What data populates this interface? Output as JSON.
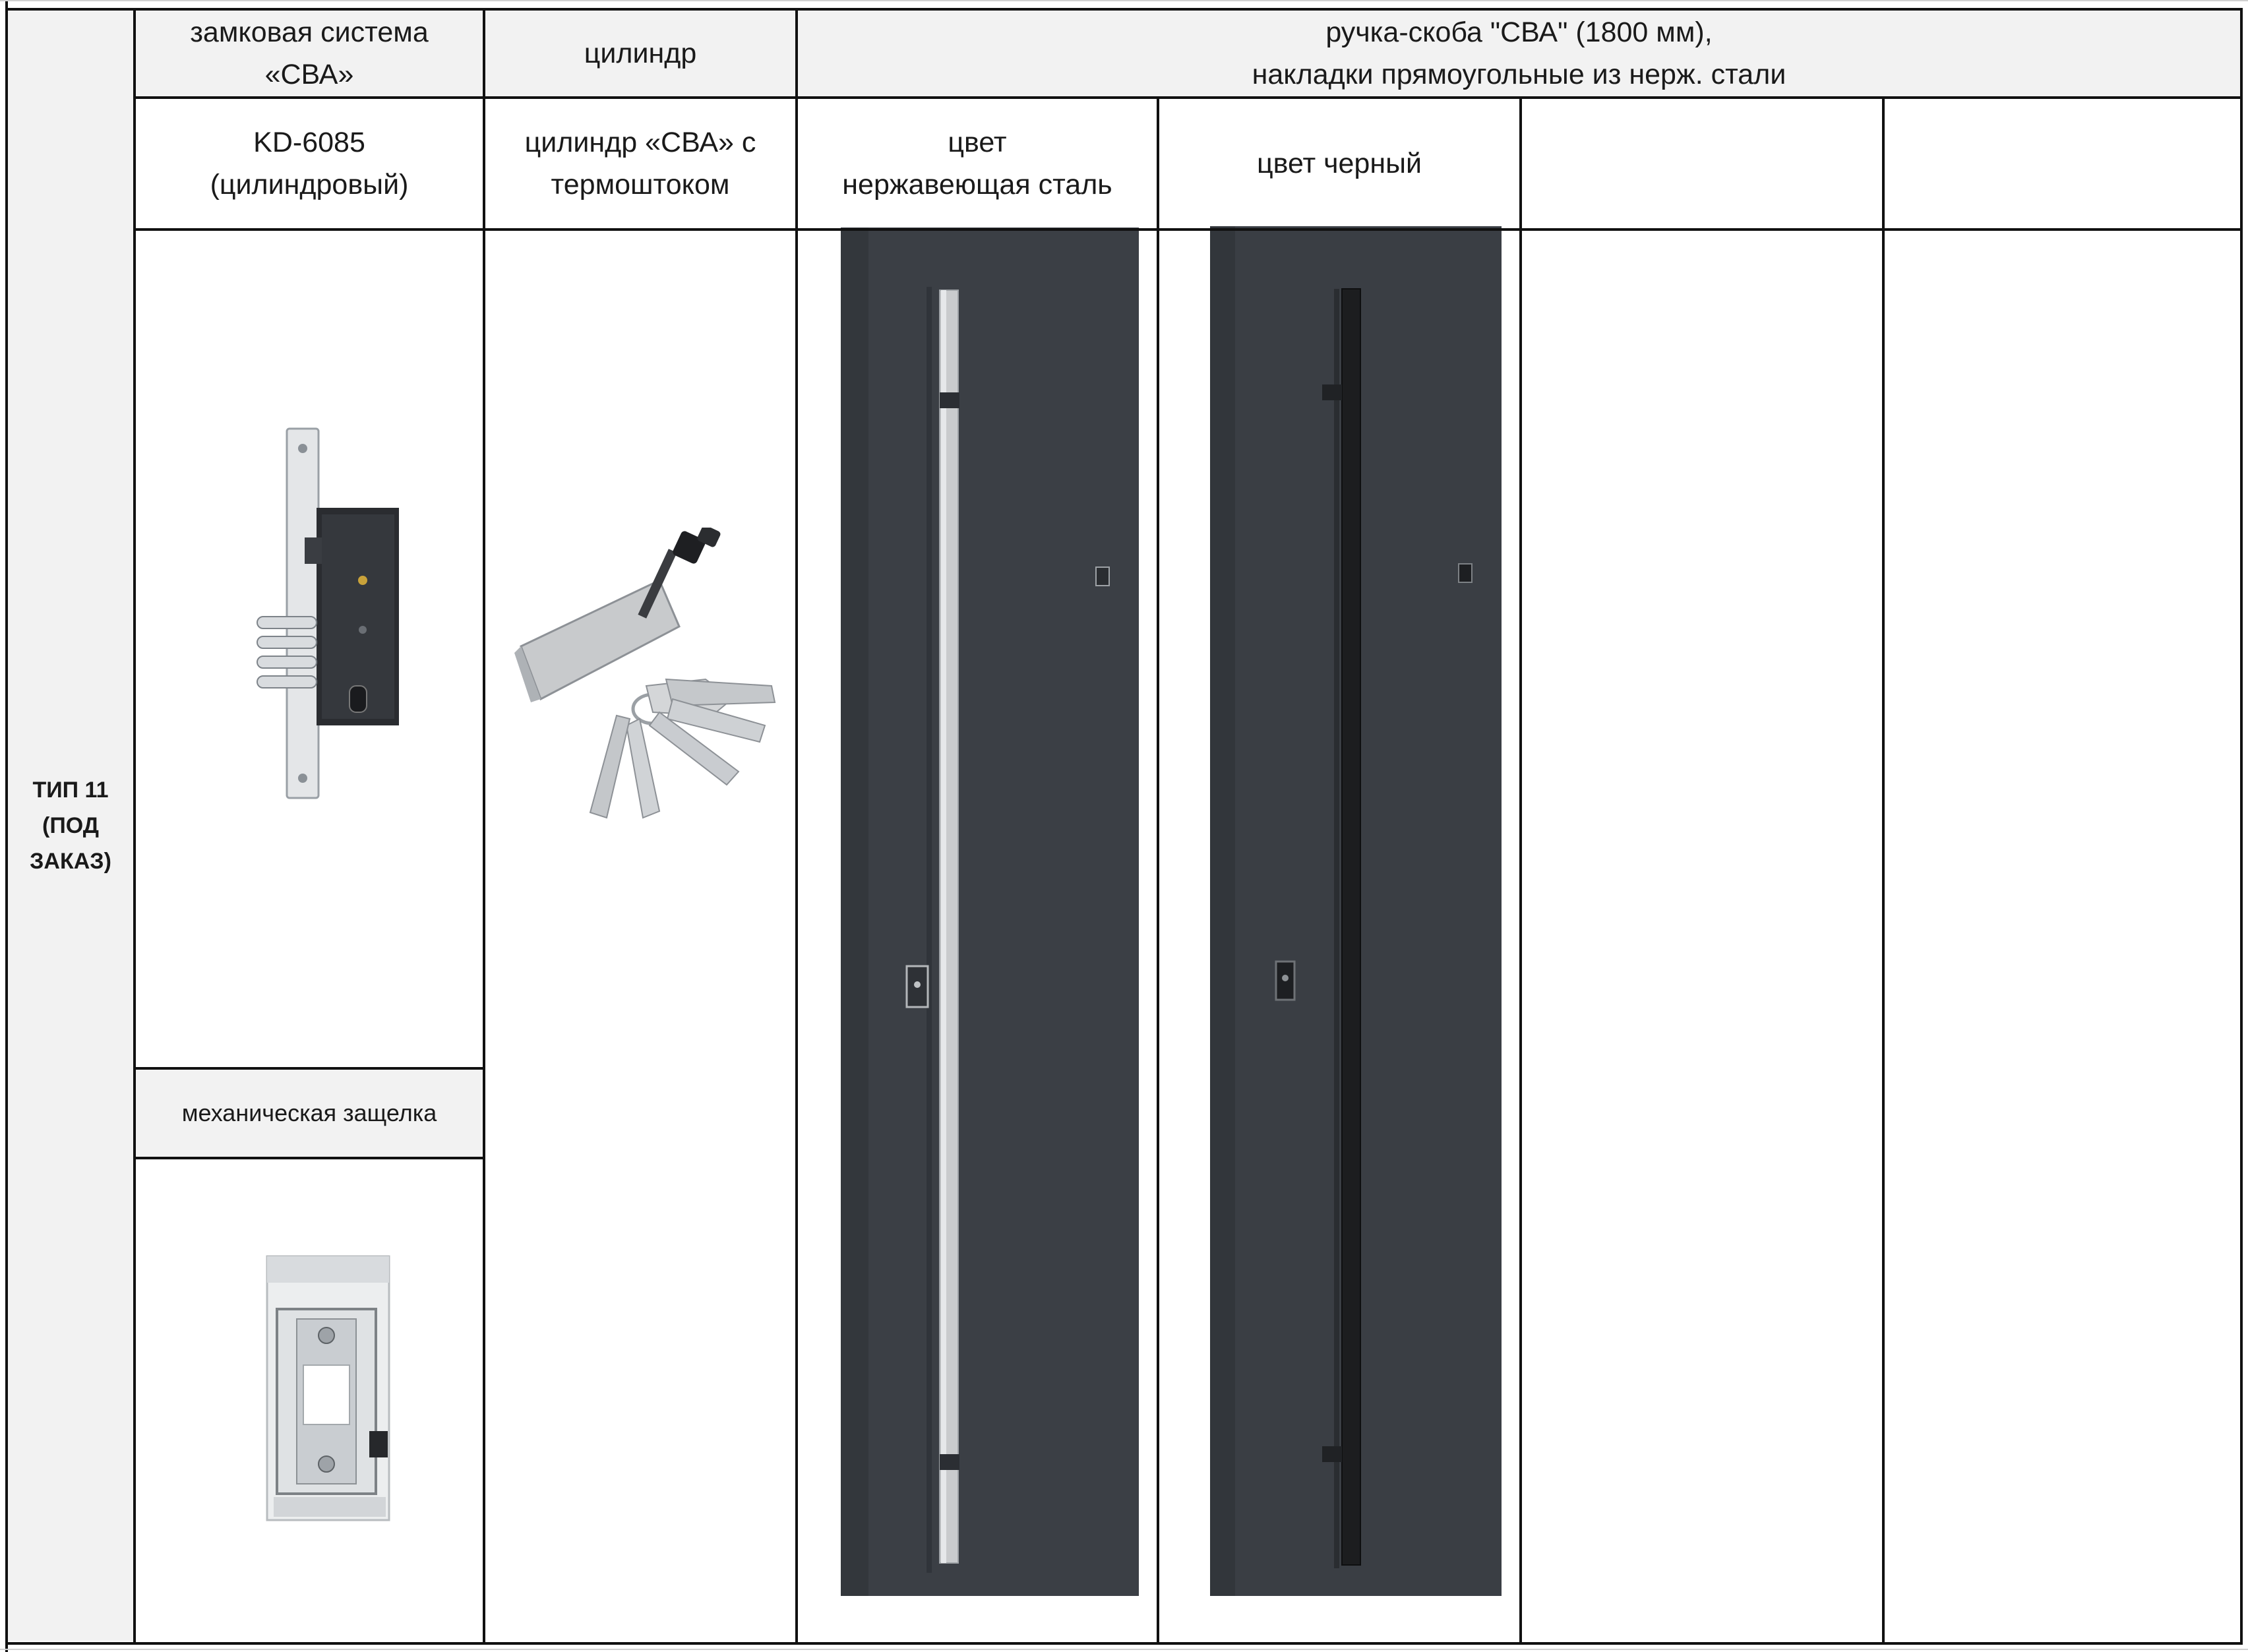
{
  "row_header": {
    "label": "ТИП 11\n(ПОД\nЗАКАЗ)"
  },
  "headers": {
    "lock_system": "замковая система\n«СВА»",
    "cylinder": "цилиндр",
    "handle": "ручка-скоба \"СВА\" (1800 мм),\nнакладки прямоугольные из нерж. стали"
  },
  "options": {
    "lock_model": "KD-6085\n(цилиндровый)",
    "cylinder_model": "цилиндр «СВА» с\nтермоштоком",
    "handle_color_1": "цвет\nнержавеющая сталь",
    "handle_color_2": "цвет черный",
    "latch_label": "механическая защелка"
  },
  "colors": {
    "header_fill": "#f2f2f2",
    "door_panel": "#3b3f45",
    "steel_handle": "#c9cbcd",
    "black_handle": "#1c1d1f",
    "grid_line": "#111111"
  },
  "images": {
    "lock": "mortise-lock-image",
    "cylinder": "cylinder-with-keys-image",
    "door_steel": "door-steel-handle-image",
    "door_black": "door-black-handle-image",
    "latch": "mechanical-latch-image"
  }
}
